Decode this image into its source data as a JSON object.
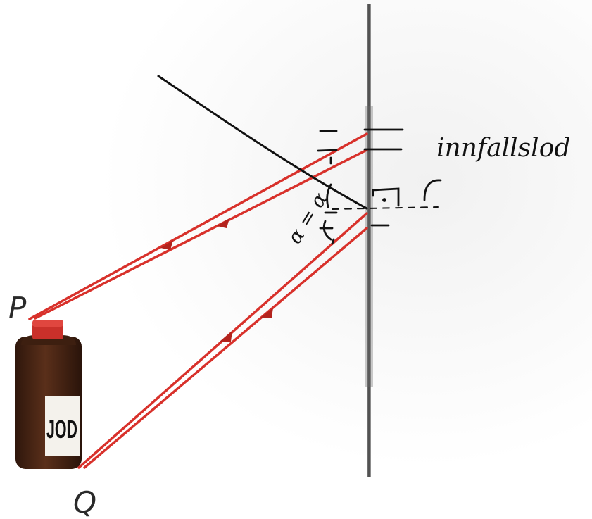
{
  "labels": {
    "point_p": "P",
    "point_q": "Q",
    "bottle_text": "JOD",
    "normal_label": "innfallslod",
    "angle_equality": "α = α"
  },
  "colors": {
    "background": "#ffffff",
    "ray": "#d8312b",
    "ray_dark": "#b3231d",
    "mirror": "#555555",
    "bottle_body": "#4a2615",
    "bottle_cap": "#c9302a",
    "ink": "#111111"
  },
  "icons": {
    "bottle": "iodine-bottle-icon",
    "arrow": "ray-direction-arrow-icon"
  }
}
